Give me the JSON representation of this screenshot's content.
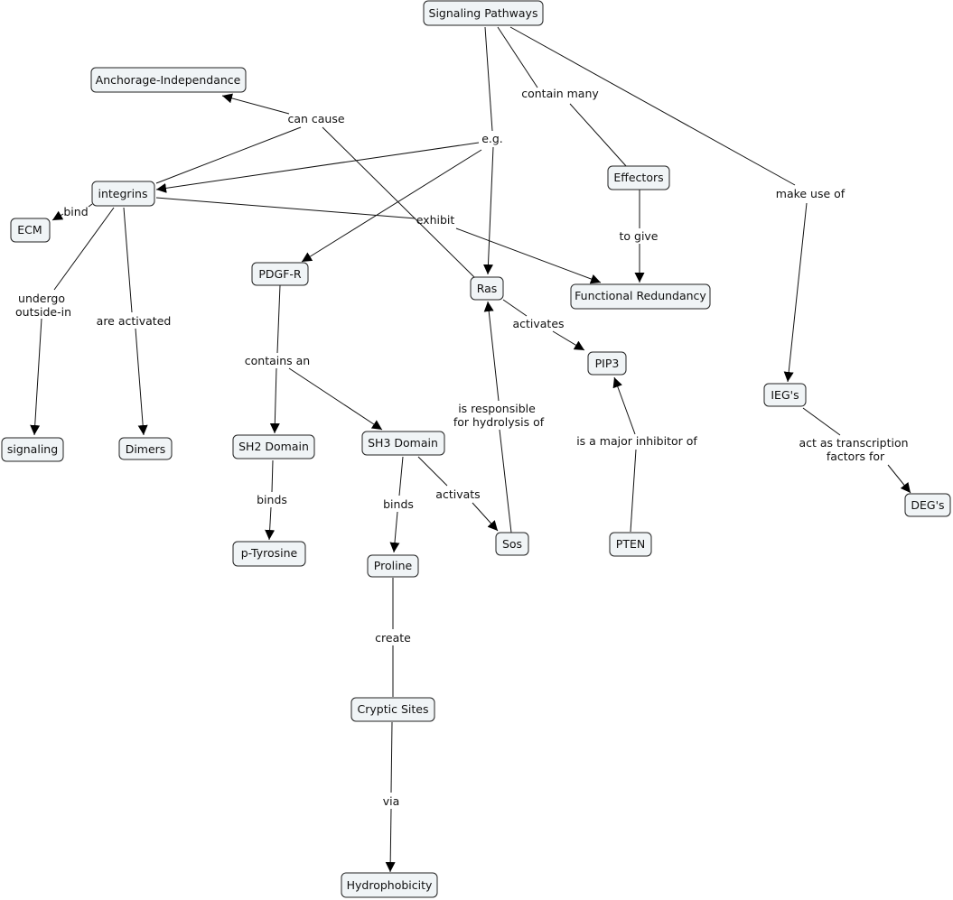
{
  "nodes": {
    "signaling_pathways": "Signaling Pathways",
    "anchorage": "Anchorage-Independance",
    "integrins": "integrins",
    "ecm": "ECM",
    "effectors": "Effectors",
    "pdgfr": "PDGF-R",
    "ras": "Ras",
    "functional_redundancy": "Functional Redundancy",
    "pip3": "PIP3",
    "iegs": "IEG's",
    "signaling": "signaling",
    "dimers": "Dimers",
    "sh2": "SH2 Domain",
    "sh3": "SH3 Domain",
    "degs": "DEG's",
    "ptyrosine": "p-Tyrosine",
    "sos": "Sos",
    "pten": "PTEN",
    "proline": "Proline",
    "cryptic": "Cryptic Sites",
    "hydrophobicity": "Hydrophobicity"
  },
  "links": {
    "contain_many": "contain many",
    "eg": "e.g.",
    "can_cause": "can cause",
    "make_use_of": "make use of",
    "bind": "bind",
    "exhibit": "exhibit",
    "to_give": "to give",
    "undergo_outside_in": [
      "undergo",
      "outside-in"
    ],
    "are_activated": "are activated",
    "contains_an": "contains an",
    "activates": "activates",
    "is_responsible": [
      "is responsible",
      "for hydrolysis of"
    ],
    "is_major_inhibitor": "is a major inhibitor of",
    "act_as_tf": [
      "act as transcription",
      "factors for"
    ],
    "binds_sh2": "binds",
    "binds_sh3": "binds",
    "activats": "activats",
    "create": "create",
    "via": "via"
  }
}
